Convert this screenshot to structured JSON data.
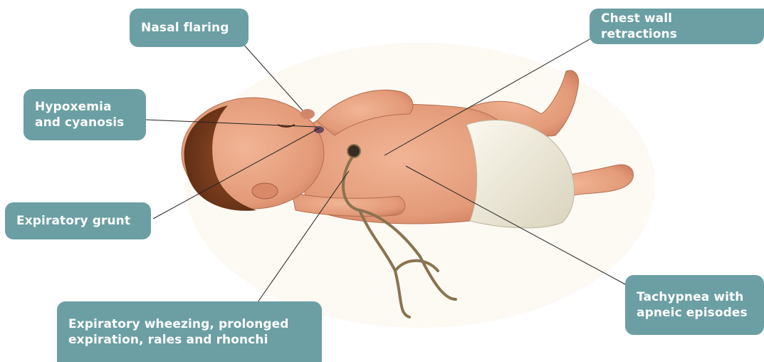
{
  "colors": {
    "accent": "#6b9fa3",
    "label_text": "#ffffff",
    "leader_line": "#222222",
    "skin": "#e7a080",
    "hair": "#7a3e1f",
    "diaper": "#f3efe0",
    "stethoscope": "#8a7350"
  },
  "illustration": {
    "subject": "infant-with-respiratory-distress",
    "accessory": "stethoscope"
  },
  "labels": {
    "nasal_flaring": "Nasal flaring",
    "chest_wall_retractions": "Chest wall retractions",
    "hypoxemia_cyanosis": "Hypoxemia\nand cyanosis",
    "expiratory_grunt": "Expiratory grunt",
    "expiratory_wheezing": "Expiratory wheezing, prolonged\nexpiration, rales and rhonchi",
    "tachypnea": "Tachypnea with\napneic episodes"
  }
}
